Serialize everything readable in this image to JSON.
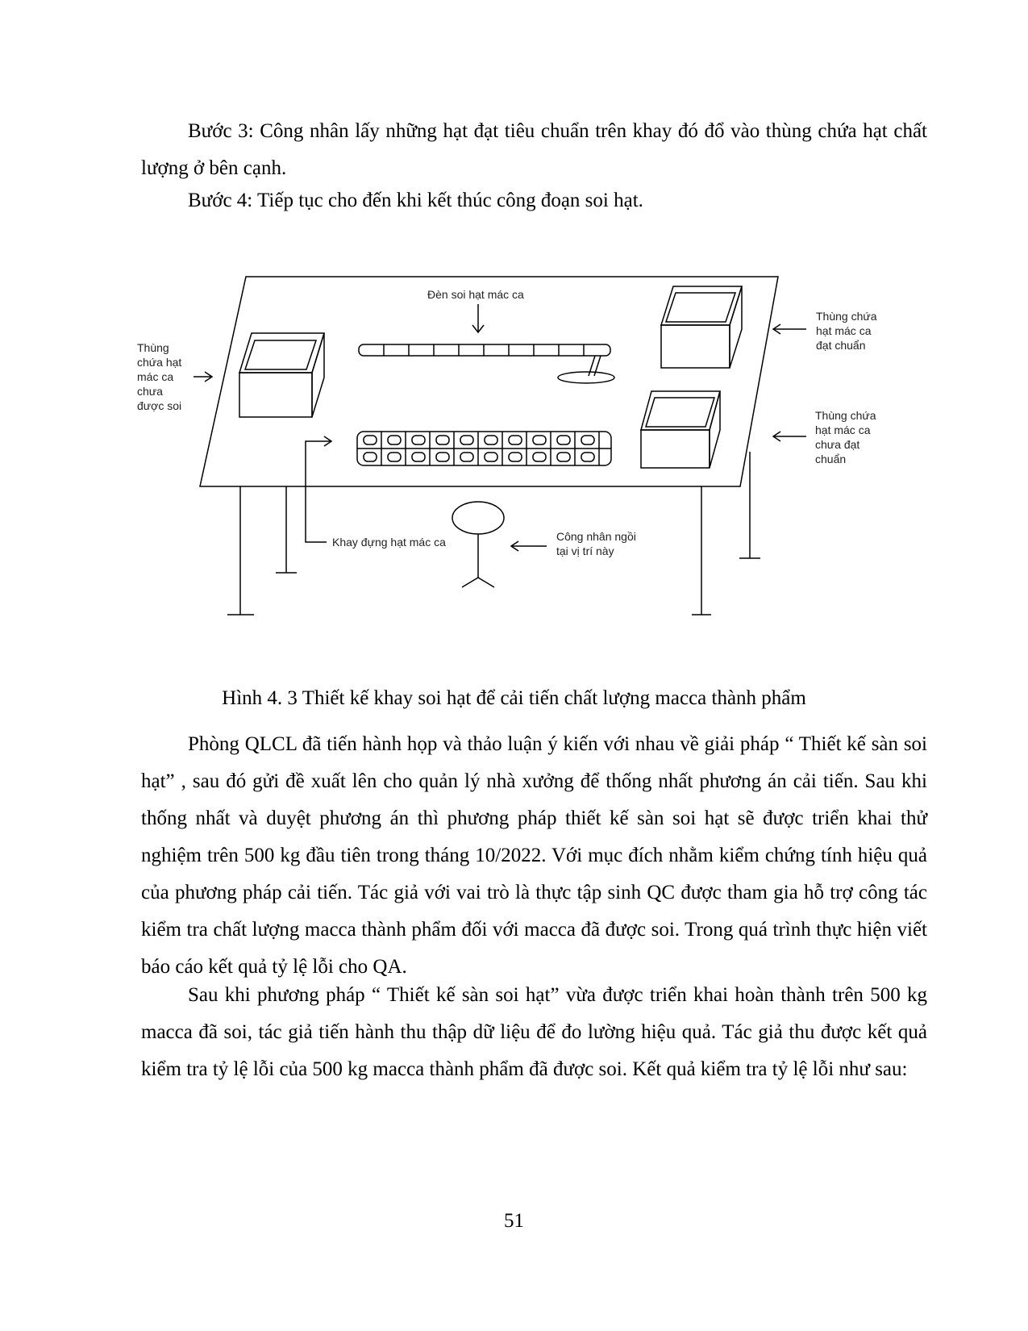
{
  "top_paragraphs": [
    "Bước 3: Công nhân lấy những hạt đạt tiêu chuẩn trên khay đó đổ vào thùng chứa hạt chất lượng ở bên cạnh.",
    "Bước 4: Tiếp tục cho đến khi kết thúc công đoạn soi hạt."
  ],
  "figure": {
    "label_lamp": "Đèn soi hạt mác ca",
    "label_unlit_bin": [
      "Thùng",
      "chứa hạt",
      "mác ca",
      "chưa",
      "được soi"
    ],
    "label_good_bin": [
      "Thùng chứa",
      "hạt mác ca",
      "đạt chuẩn"
    ],
    "label_bad_bin": [
      "Thùng chứa",
      "hạt mác ca",
      "chưa đạt",
      "chuẩn"
    ],
    "label_tray": "Khay đựng hạt mác ca",
    "label_worker": [
      "Công nhân ngồi",
      "tại vị trí này"
    ],
    "caption": "Hình 4. 3 Thiết kế khay soi hạt để cải tiến chất lượng macca thành phẩm"
  },
  "bottom_paragraphs": [
    "Phòng QLCL đã tiến hành họp và thảo luận ý kiến với nhau về giải pháp “ Thiết kế sàn soi hạt” , sau đó gửi đề xuất lên cho quản lý nhà xưởng để thống nhất phương án cải tiến. Sau khi thống nhất và duyệt phương án thì phương pháp thiết kế sàn soi hạt sẽ được triển khai thử nghiệm trên 500 kg đầu tiên trong tháng 10/2022. Với mục đích nhằm kiểm chứng tính hiệu quả của phương pháp cải tiến. Tác giả với vai trò là thực tập sinh QC được tham gia hỗ trợ công tác kiểm tra chất lượng macca thành phẩm đối với macca đã được soi. Trong quá trình thực hiện viết báo cáo kết quả tỷ lệ lỗi cho QA.",
    "Sau khi phương pháp “ Thiết kế sàn soi hạt” vừa được triển khai hoàn thành trên 500 kg macca đã soi, tác giả tiến hành thu thập dữ liệu để đo lường hiệu quả. Tác giả thu được kết quả kiểm tra tỷ lệ lỗi của 500 kg macca thành phẩm đã được soi. Kết quả kiểm tra tỷ lệ lỗi như sau:"
  ],
  "page_number": "51"
}
